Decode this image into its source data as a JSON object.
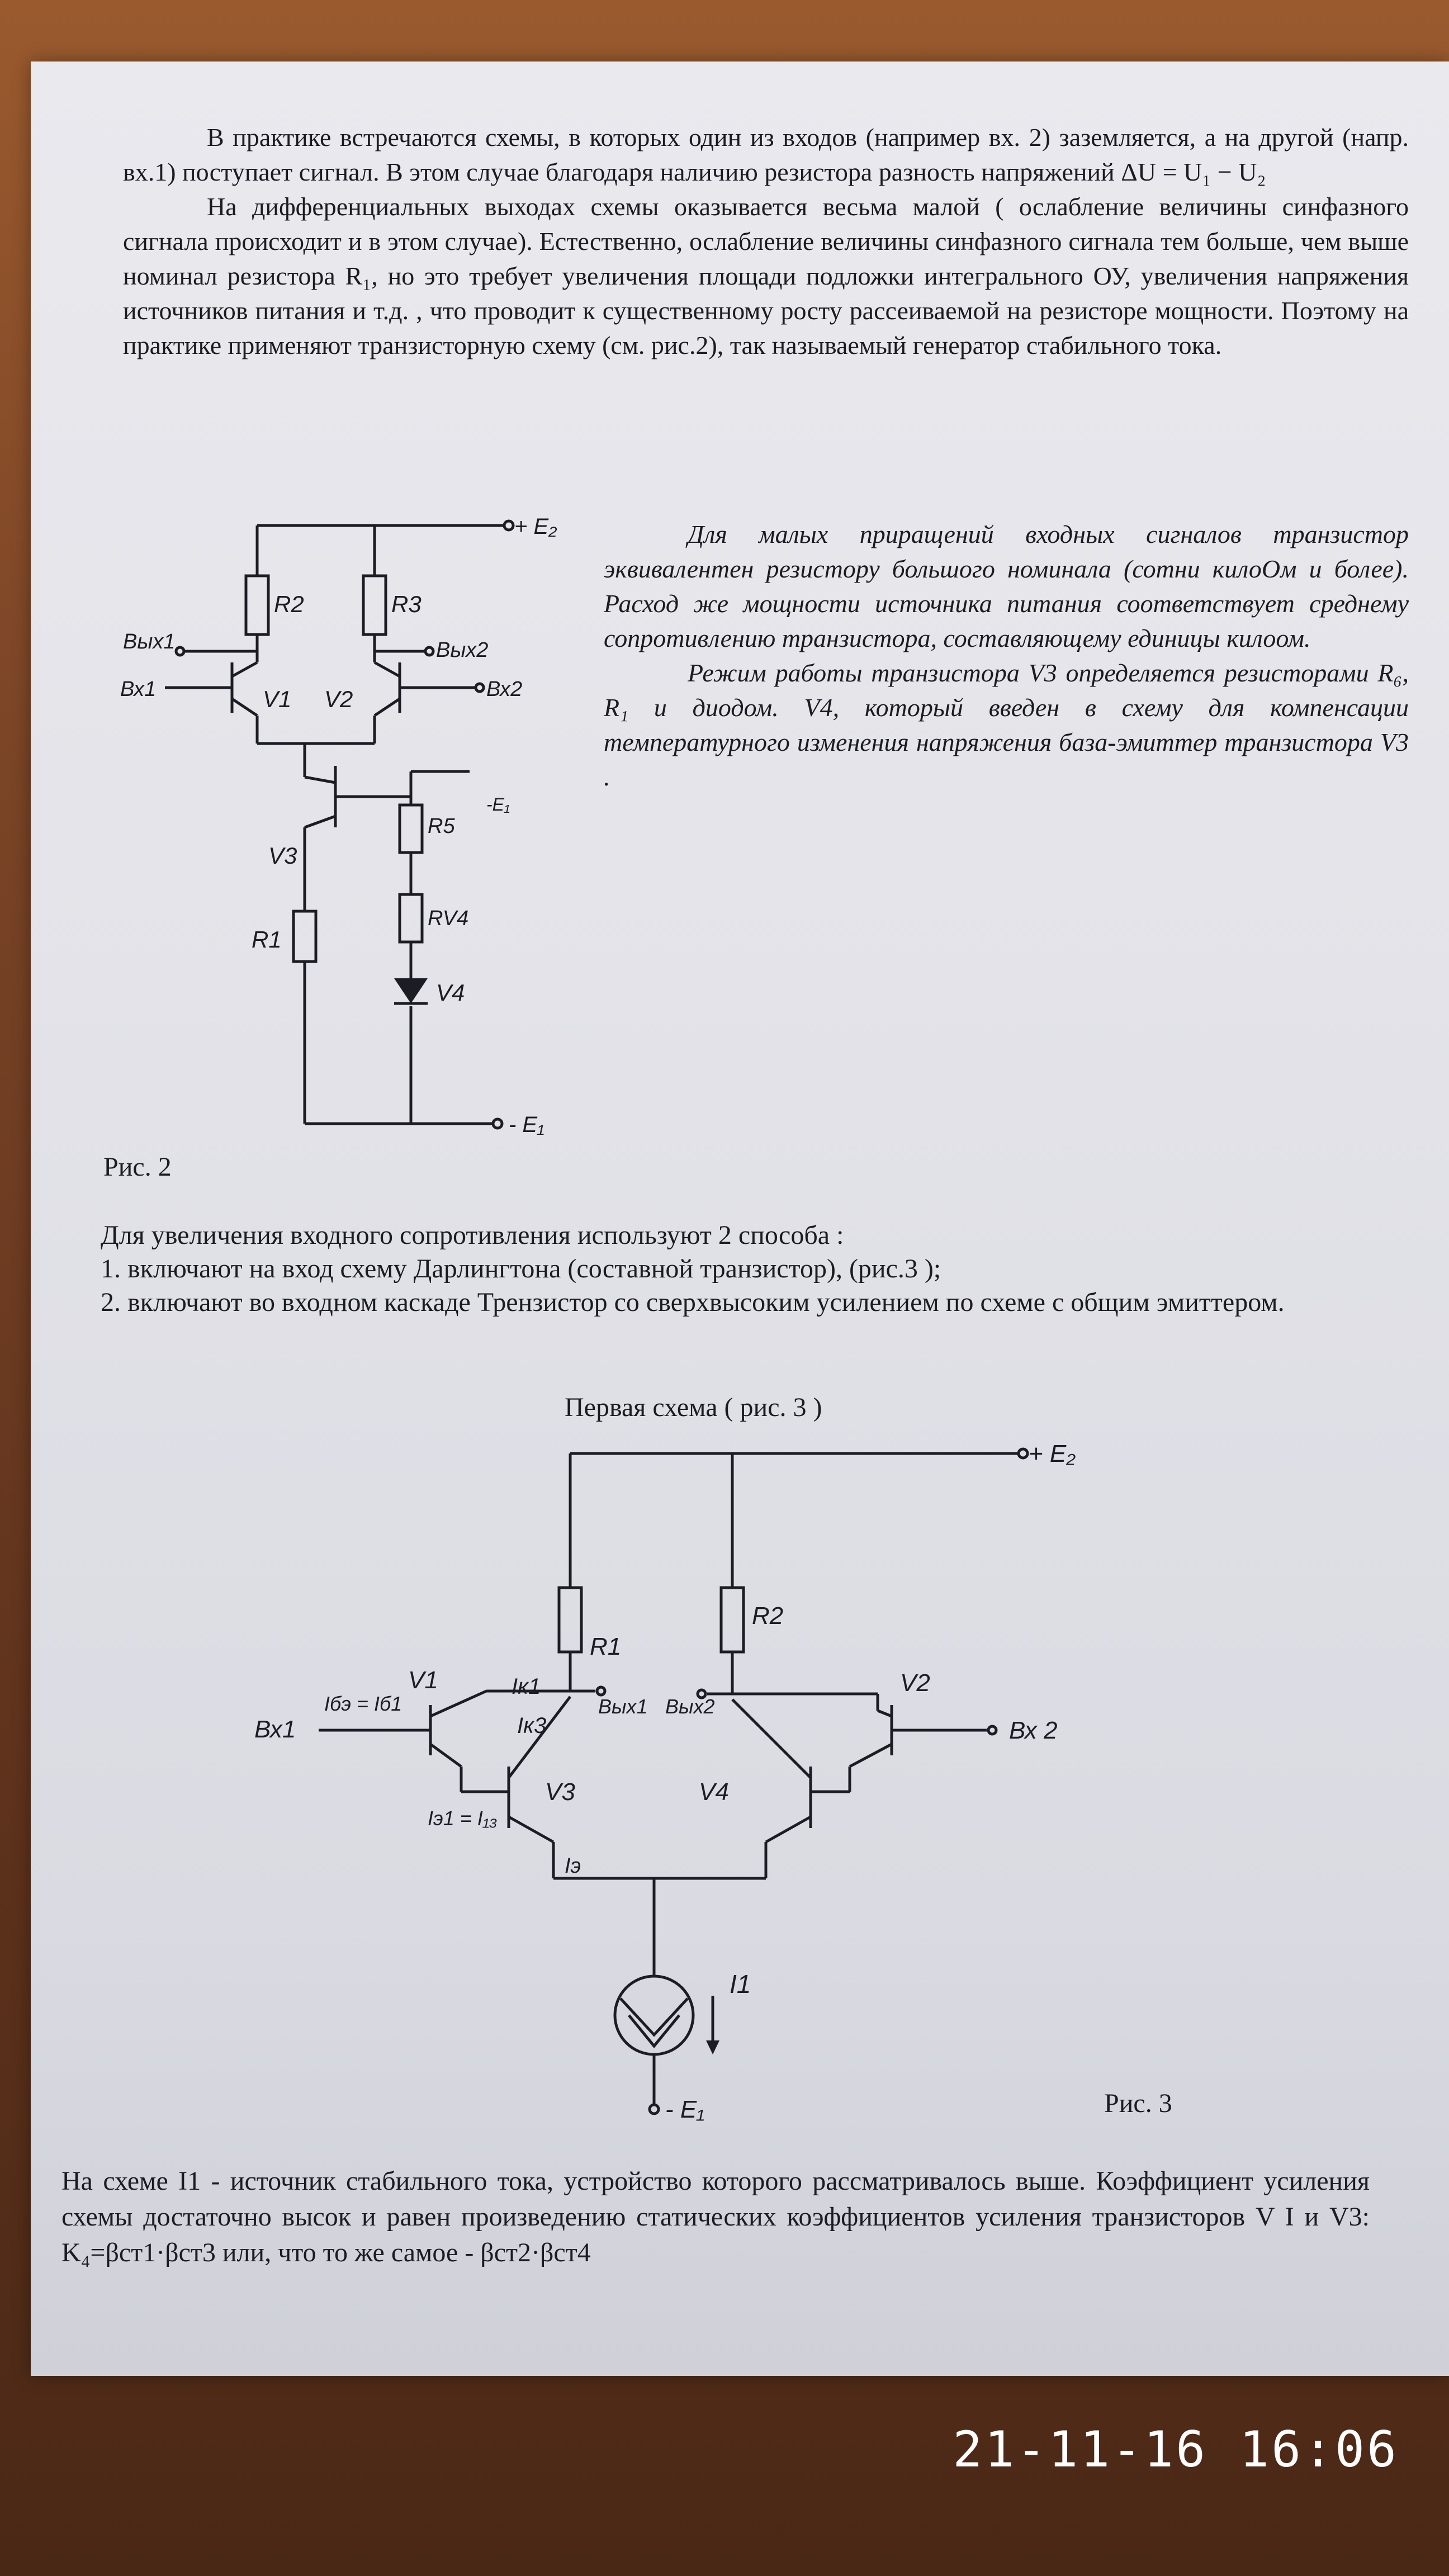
{
  "paragraph_1": "В практике встречаются схемы, в которых один из входов (например вх. 2) заземляется, а на другой (напр. вх.1) поступает сигнал. В этом случае благодаря наличию резистора разность напряжений ΔU = U₁ − U₂",
  "paragraph_2": "На дифференциальных выходах схемы оказывается весьма малой ( ослабление величины синфазного сигнала происходит и в этом случае). Естественно, ослабление величины синфазного сигнала тем больше, чем выше номинал резистора R₁, но это требует увеличения площади подложки интегрального ОУ, увеличения напряжения источников питания и т.д. , что проводит к существенному росту рассеиваемой на резисторе мощности. Поэтому на практике применяют транзисторную схему (см. рис.2), так называемый генератор стабильного тока.",
  "paragraph_3": "Для малых приращений входных сигналов транзистор эквивалентен резистору большого номинала (сотни килоОм и более). Расход же мощности источника питания соответствует среднему сопротивлению транзистора, составляющему единицы килоом.",
  "paragraph_4": "Режим работы транзистора V3 определяется резисторами R₆, R₁ и диодом. V4, который введен в схему для компенсации температурного изменения напряжения база-эмиттер транзистора V3 .",
  "fig2": {
    "caption": "Рис. 2",
    "supply_top": "+ E₂",
    "r2": "R2",
    "r3": "R3",
    "out1": "Вых1",
    "out2": "Вых2",
    "in1": "Вх1",
    "in2": "Вх2",
    "v1": "V1",
    "v2": "V2",
    "v3": "V3",
    "r5": "R5",
    "rv4": "RV4",
    "r1": "R1",
    "v4": "V4",
    "supply_bottom": "- E₁",
    "note": "-E₁"
  },
  "intro_list": "Для увеличения входного сопротивления используют 2 способа :",
  "method_1": "1.  включают на вход схему Дарлингтона (составной транзистор), (рис.3 );",
  "method_2": "2.  включают во входном каскаде Трензистор со сверхвысоким усилением по схеме с общим эмиттером.",
  "fig3": {
    "title": "Первая схема ( рис. 3 )",
    "caption": "Рис. 3",
    "supply_top": "+ E₂",
    "r1": "R1",
    "r2": "R2",
    "in1": "Вх1",
    "in2": "Вх 2",
    "out1": "Вых1",
    "out2": "Вых2",
    "v1": "V1",
    "v2": "V2",
    "v3": "V3",
    "v4": "V4",
    "ik1": "Iк1",
    "ik3": "Iк3",
    "ibe": "Iбэ = Iб1",
    "ie1": "Iэ1 = I₁₃",
    "ie": "Iэ",
    "i1": "I1",
    "supply_bottom": "- E₁"
  },
  "paragraph_5": "На схеме I1 - источник стабильного тока, устройство которого рассматривалось выше. Коэффициент усиления схемы достаточно высок и равен произведению статических коэффициентов усиления транзисторов V I и V3: K₄=βст1·βст3 или, что то же самое - βст2·βст4",
  "timestamp": "21-11-16 16:06"
}
